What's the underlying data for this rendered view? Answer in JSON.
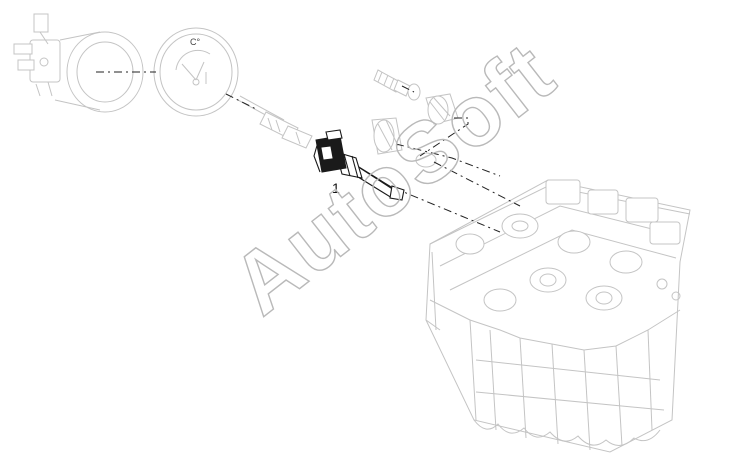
{
  "diagram": {
    "callouts": [
      {
        "id": "1",
        "label": "1"
      }
    ],
    "gauge_unit": "C°",
    "watermark": "AutoSoft"
  }
}
